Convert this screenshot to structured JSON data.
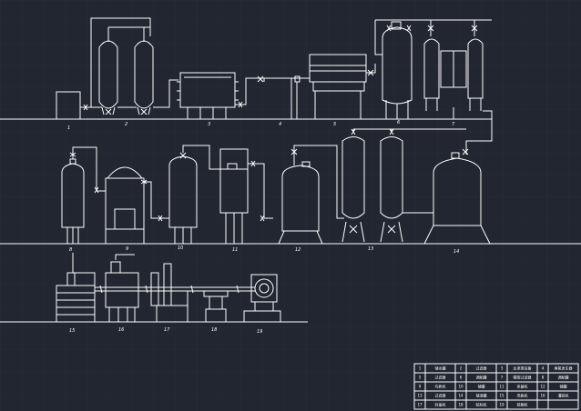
{
  "colors": {
    "background": "#212630",
    "grid": "#2b313c",
    "line": "#ffffff"
  },
  "equipment_numbers": [
    "1",
    "2",
    "3",
    "4",
    "5",
    "6",
    "7",
    "8",
    "9",
    "10",
    "11",
    "12",
    "13",
    "14",
    "15",
    "16",
    "17",
    "18",
    "19"
  ],
  "title_table": {
    "rows": [
      [
        {
          "no": "1",
          "name": "储水罐"
        },
        {
          "no": "2",
          "name": "过滤器"
        },
        {
          "no": "3",
          "name": "反渗透设备"
        },
        {
          "no": "4",
          "name": "臭氧发生器"
        }
      ],
      [
        {
          "no": "5",
          "name": "过滤器"
        },
        {
          "no": "6",
          "name": "调配罐"
        },
        {
          "no": "7",
          "name": "精密过滤器"
        },
        {
          "no": "8",
          "name": "调配罐"
        }
      ],
      [
        {
          "no": "9",
          "name": "均质机"
        },
        {
          "no": "10",
          "name": "储罐"
        },
        {
          "no": "11",
          "name": "杀菌机"
        },
        {
          "no": "12",
          "name": "储罐"
        }
      ],
      [
        {
          "no": "13",
          "name": "过滤器"
        },
        {
          "no": "14",
          "name": "储液罐"
        },
        {
          "no": "15",
          "name": "洗瓶机"
        },
        {
          "no": "16",
          "name": "灌装机"
        }
      ],
      [
        {
          "no": "17",
          "name": "封盖机"
        },
        {
          "no": "18",
          "name": "贴标机"
        },
        {
          "no": "19",
          "name": "装箱机"
        },
        {
          "no": "",
          "name": ""
        }
      ]
    ]
  }
}
